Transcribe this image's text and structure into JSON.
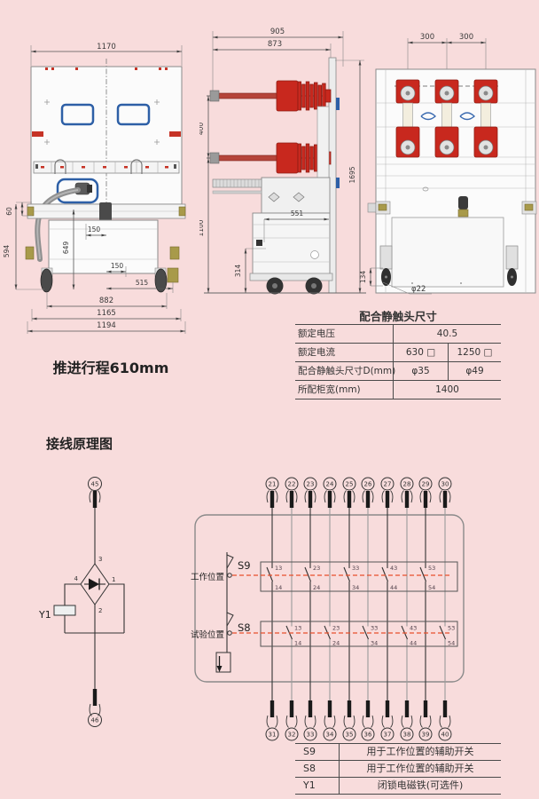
{
  "colors": {
    "background": "#f8dcdc",
    "insulator_red": "#c8281e",
    "window_blue": "#2d5fa6",
    "dashed_red": "#e8502d"
  },
  "front_view": {
    "caption": "推进行程610mm",
    "dims": {
      "d1170": "1170",
      "d60": "60",
      "d594": "594",
      "d150a": "150",
      "d649": "649",
      "d150b": "150",
      "d515": "515",
      "d882": "882",
      "d1165": "1165",
      "d1194": "1194"
    }
  },
  "side_view": {
    "dims": {
      "d905": "905",
      "d873": "873",
      "d400": "400",
      "d1695": "1695",
      "d1100": "1100",
      "d551": "551",
      "d314": "314"
    }
  },
  "rear_view": {
    "dims": {
      "d300a": "300",
      "d300b": "300",
      "d134": "134",
      "d22": "φ22"
    }
  },
  "spec_table": {
    "title": "配合静触头尺寸",
    "row1_label": "额定电压",
    "row1_value": "40.5",
    "row2_label": "额定电流",
    "row2_v1": "630 □",
    "row2_v2": "1250 □",
    "row3_label": "配合静触头尺寸D(mm)",
    "row3_v1": "φ35",
    "row3_v2": "φ49",
    "row4_label": "所配柜宽(mm)",
    "row4_value": "1400"
  },
  "wiring": {
    "heading": "接线原理图",
    "left": {
      "top_terminal": "45",
      "bottom_terminal": "46",
      "coil": "Y1",
      "pin_top": "3",
      "pin_right": "1",
      "pin_bottom": "2",
      "pin_left": "4"
    },
    "right": {
      "s9": "S9",
      "s8": "S8",
      "work_pos": "工作位置",
      "test_pos": "试验位置",
      "top_terminals": [
        "21",
        "22",
        "23",
        "24",
        "25",
        "26",
        "27",
        "28",
        "29",
        "30"
      ],
      "bottom_terminals": [
        "31",
        "32",
        "33",
        "34",
        "35",
        "36",
        "37",
        "38",
        "39",
        "40"
      ],
      "pairs": [
        {
          "a": "13",
          "b": "14"
        },
        {
          "a": "23",
          "b": "24"
        },
        {
          "a": "33",
          "b": "34"
        },
        {
          "a": "43",
          "b": "44"
        },
        {
          "a": "53",
          "b": "54"
        }
      ]
    }
  },
  "legend": {
    "rows": [
      {
        "key": "S9",
        "desc": "用于工作位置的辅助开关"
      },
      {
        "key": "S8",
        "desc": "用于工作位置的辅助开关"
      },
      {
        "key": "Y1",
        "desc": "闭锁电磁铁(可选件)"
      }
    ]
  }
}
